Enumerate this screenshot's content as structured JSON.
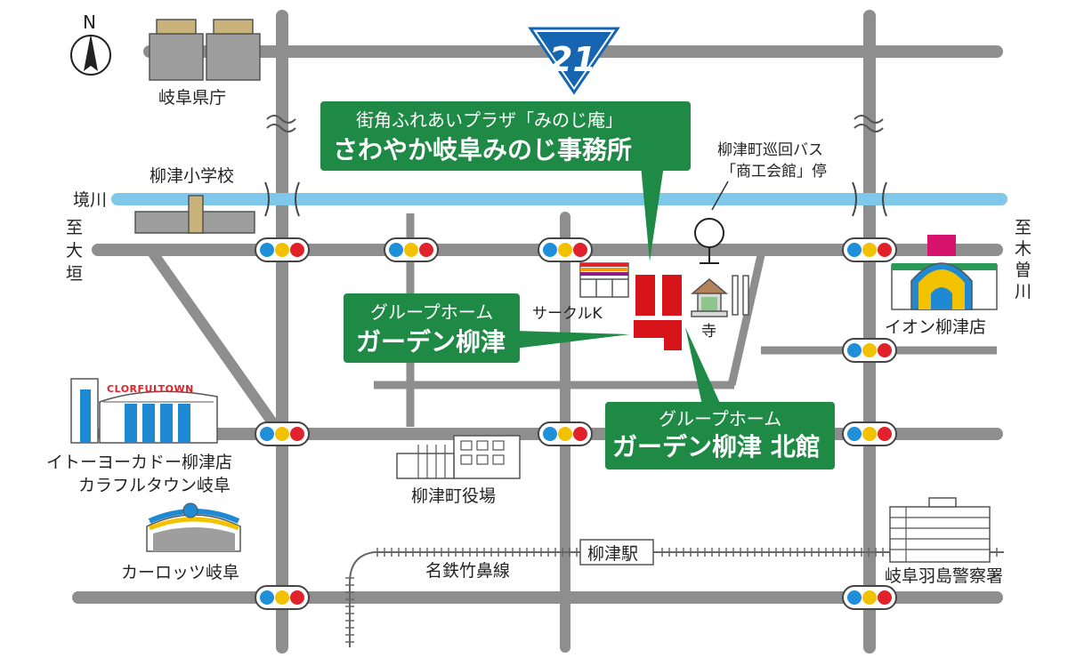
{
  "compass": {
    "label": "N"
  },
  "route_sign": {
    "number": "21"
  },
  "labels": {
    "prefecture_office": "岐阜県庁",
    "school": "柳津小学校",
    "river": "境川",
    "to_ogaki": "至大垣",
    "to_kisogawa": "至木曽川",
    "circle_k": "サークルK",
    "temple": "寺",
    "aeon": "イオン柳津店",
    "itoyokado_1": "イトーヨーカドー柳津店",
    "itoyokado_2": "カラフルタウン岐阜",
    "colorful_town_sign": "CLORFULTOWN",
    "town_hall": "柳津町役場",
    "carlotz": "カーロッツ岐阜",
    "railway_line": "名鉄竹鼻線",
    "station": "柳津駅",
    "police": "岐阜羽島警察署",
    "bus_stop_1": "柳津町巡回バス",
    "bus_stop_2": "「商工会館」停"
  },
  "callouts": {
    "plaza": {
      "line1": "街角ふれあいプラザ「みのじ庵」",
      "line2": "さわやか岐阜みのじ事務所"
    },
    "garden": {
      "line1": "グループホーム",
      "line2": "ガーデン柳津"
    },
    "garden_north": {
      "line1": "グループホーム",
      "line2": "ガーデン柳津 北館"
    }
  },
  "colors": {
    "road": "#8e8e8e",
    "river": "#80c8ea",
    "callout_green": "#1f8a46",
    "target_red": "#d7141a",
    "signal_blue": "#1e8fd8",
    "signal_yellow": "#f2c200",
    "signal_red": "#e2222a",
    "route_blue": "#1565b0"
  }
}
